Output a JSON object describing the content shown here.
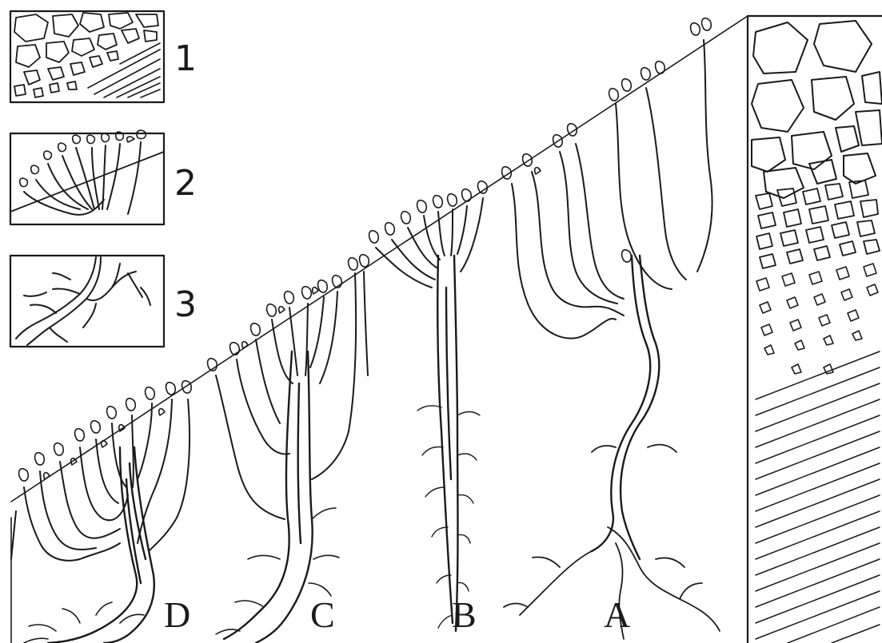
{
  "legend_panels": [
    {
      "id": "panel-1",
      "number": "1"
    },
    {
      "id": "panel-2",
      "number": "2"
    },
    {
      "id": "panel-3",
      "number": "3"
    }
  ],
  "plants": [
    {
      "id": "plant-d",
      "letter": "D"
    },
    {
      "id": "plant-c",
      "letter": "C"
    },
    {
      "id": "plant-b",
      "letter": "B"
    },
    {
      "id": "plant-a",
      "letter": "A"
    }
  ],
  "colors": {
    "ink": "#1a1a1a",
    "paper": "#ffffff"
  }
}
